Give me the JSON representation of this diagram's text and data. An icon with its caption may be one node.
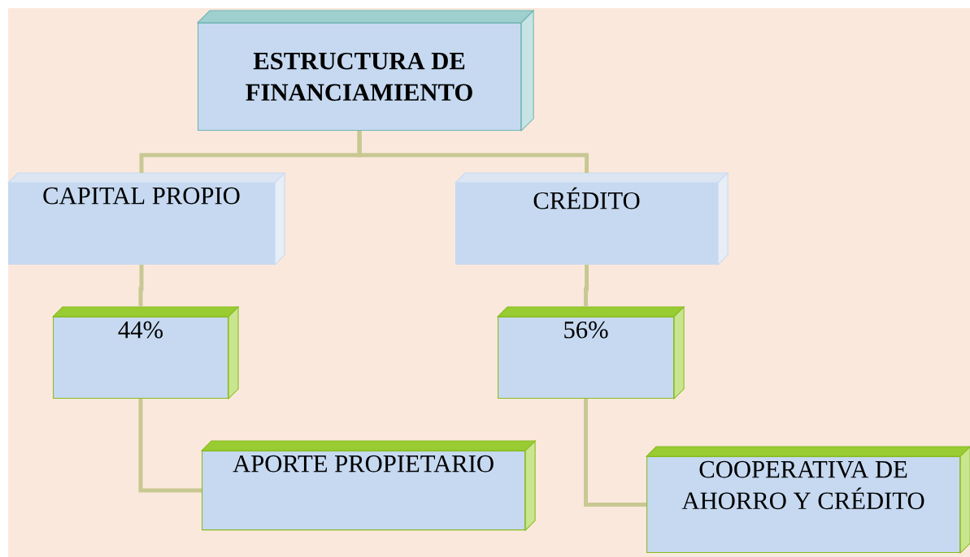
{
  "diagram": {
    "nodes": [
      {
        "text": [
          "ESTRUCTURA DE FINANCIAMIENTO"
        ]
      },
      {
        "text": [
          "CAPITAL PROPIO"
        ]
      },
      {
        "text": [
          "CRÉDITO"
        ]
      },
      {
        "text": [
          "44%"
        ]
      },
      {
        "text": [
          "56%"
        ]
      },
      {
        "text": [
          "APORTE PROPIETARIO"
        ]
      },
      {
        "text": [
          "COOPERATIVA DE AHORRO Y CRÉDITO"
        ]
      }
    ],
    "edges": [
      {
        "from": 0,
        "to": 1,
        "arrow": "none"
      },
      {
        "from": 0,
        "to": 2,
        "arrow": "none"
      },
      {
        "from": 1,
        "to": 3,
        "arrow": "none"
      },
      {
        "from": 3,
        "to": 5,
        "arrow": "none"
      },
      {
        "from": 2,
        "to": 4,
        "arrow": "none"
      },
      {
        "from": 4,
        "to": 6,
        "arrow": "none"
      }
    ]
  }
}
